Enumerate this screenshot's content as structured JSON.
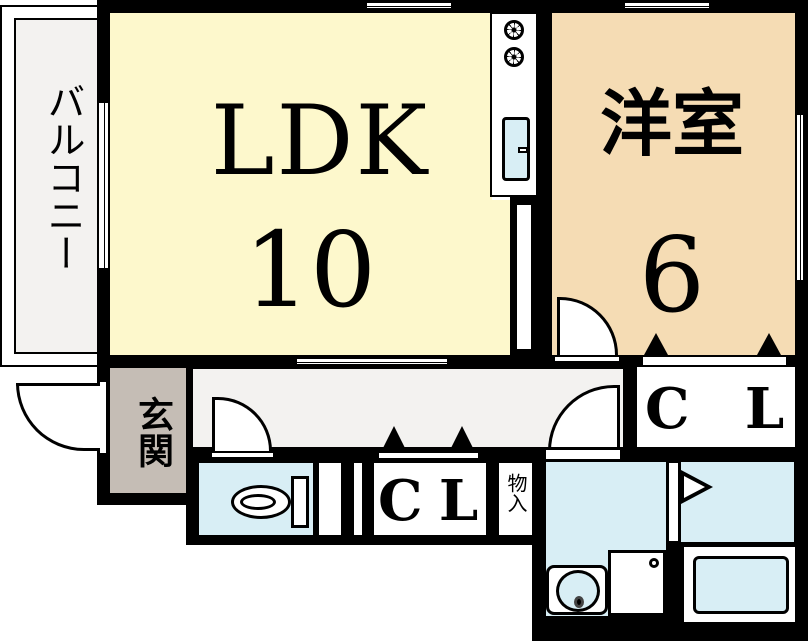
{
  "floorplan": {
    "rooms": {
      "ldk": {
        "name": "LDK",
        "size": "10",
        "color": "#fdf8cc"
      },
      "western": {
        "name": "洋室",
        "size": "6",
        "color": "#f5dcb4"
      },
      "balcony": {
        "name": "バルコニー",
        "color": "#f3f2f0"
      },
      "entrance": {
        "name": "玄関",
        "color": "#c5bdb5"
      },
      "hallway": {
        "color": "#f3f2f0"
      },
      "closet_western": {
        "c": "C",
        "l": "L"
      },
      "closet_hall": {
        "c": "C",
        "l": "L"
      },
      "storage": {
        "name": "物入"
      },
      "toilet": {
        "color": "#d8eef5"
      },
      "washroom": {
        "color": "#d8eef5"
      },
      "bathroom": {
        "color": "#d8eef5"
      }
    },
    "fixtures": {
      "stove_burners": 2,
      "sink": "kitchen-sink",
      "toilet": "toilet",
      "washbasin": "washbasin",
      "washing_machine": "washing-machine-pan",
      "bathtub": "bathtub"
    },
    "colors": {
      "wall": "#000000",
      "fixture_blue": "#d8eef5"
    }
  }
}
